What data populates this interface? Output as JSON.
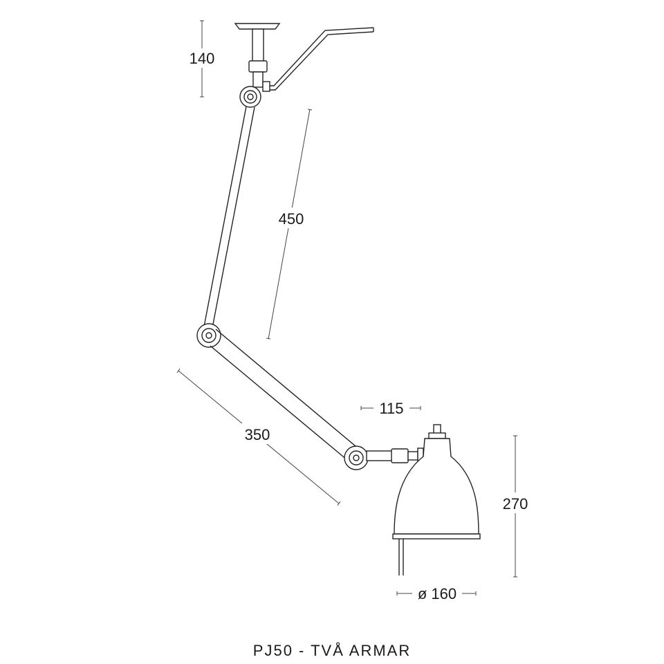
{
  "dimensions": {
    "ceiling_drop": "140",
    "upper_arm": "450",
    "lower_arm": "350",
    "shade_offset": "115",
    "shade_height": "270",
    "shade_diameter": "ø 160"
  },
  "caption": "PJ50 - TVÅ ARMAR"
}
